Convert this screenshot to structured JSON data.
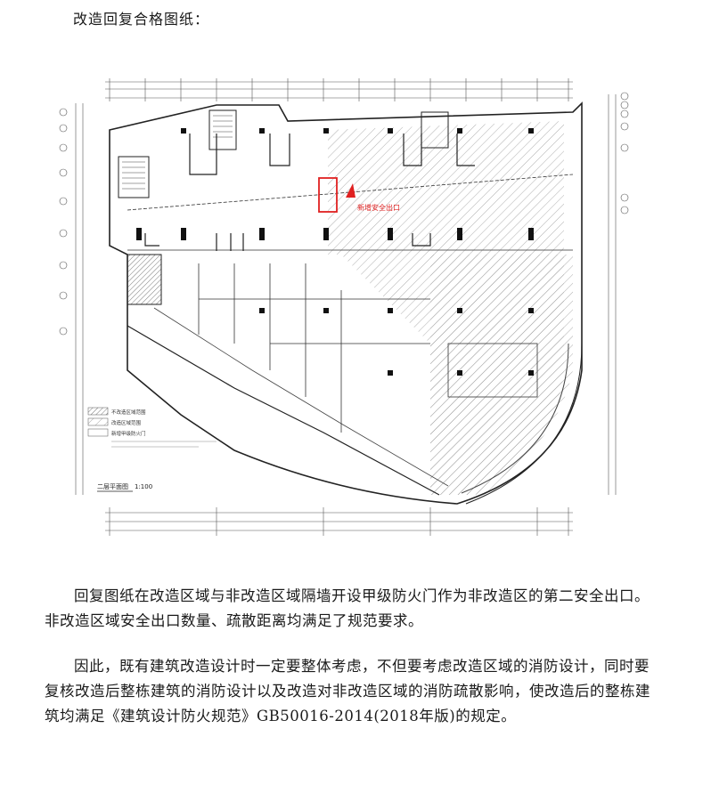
{
  "document": {
    "heading": "改造回复合格图纸：",
    "paragraphs": [
      "回复图纸在改造区域与非改造区域隔墙开设甲级防火门作为非改造区的第二安全出口。非改造区域安全出口数量、疏散距离均满足了规范要求。",
      "因此，既有建筑改造设计时一定要整体考虑，不但要考虑改造区域的消防设计，同时要复核改造后整栋建筑的消防设计以及改造对非改造区域的消防疏散影响，使改造后的整栋建筑均满足《建筑设计防火规范》GB50016-2014(2018年版)的规定。"
    ]
  },
  "drawing": {
    "callout_label": "新增安全出口",
    "plan_title": "二层平面图",
    "plan_scale": "1:100",
    "legend": [
      "不改造区域范围",
      "改造区域范围",
      "新增甲级防火门"
    ],
    "accent_color": "#e02020"
  }
}
